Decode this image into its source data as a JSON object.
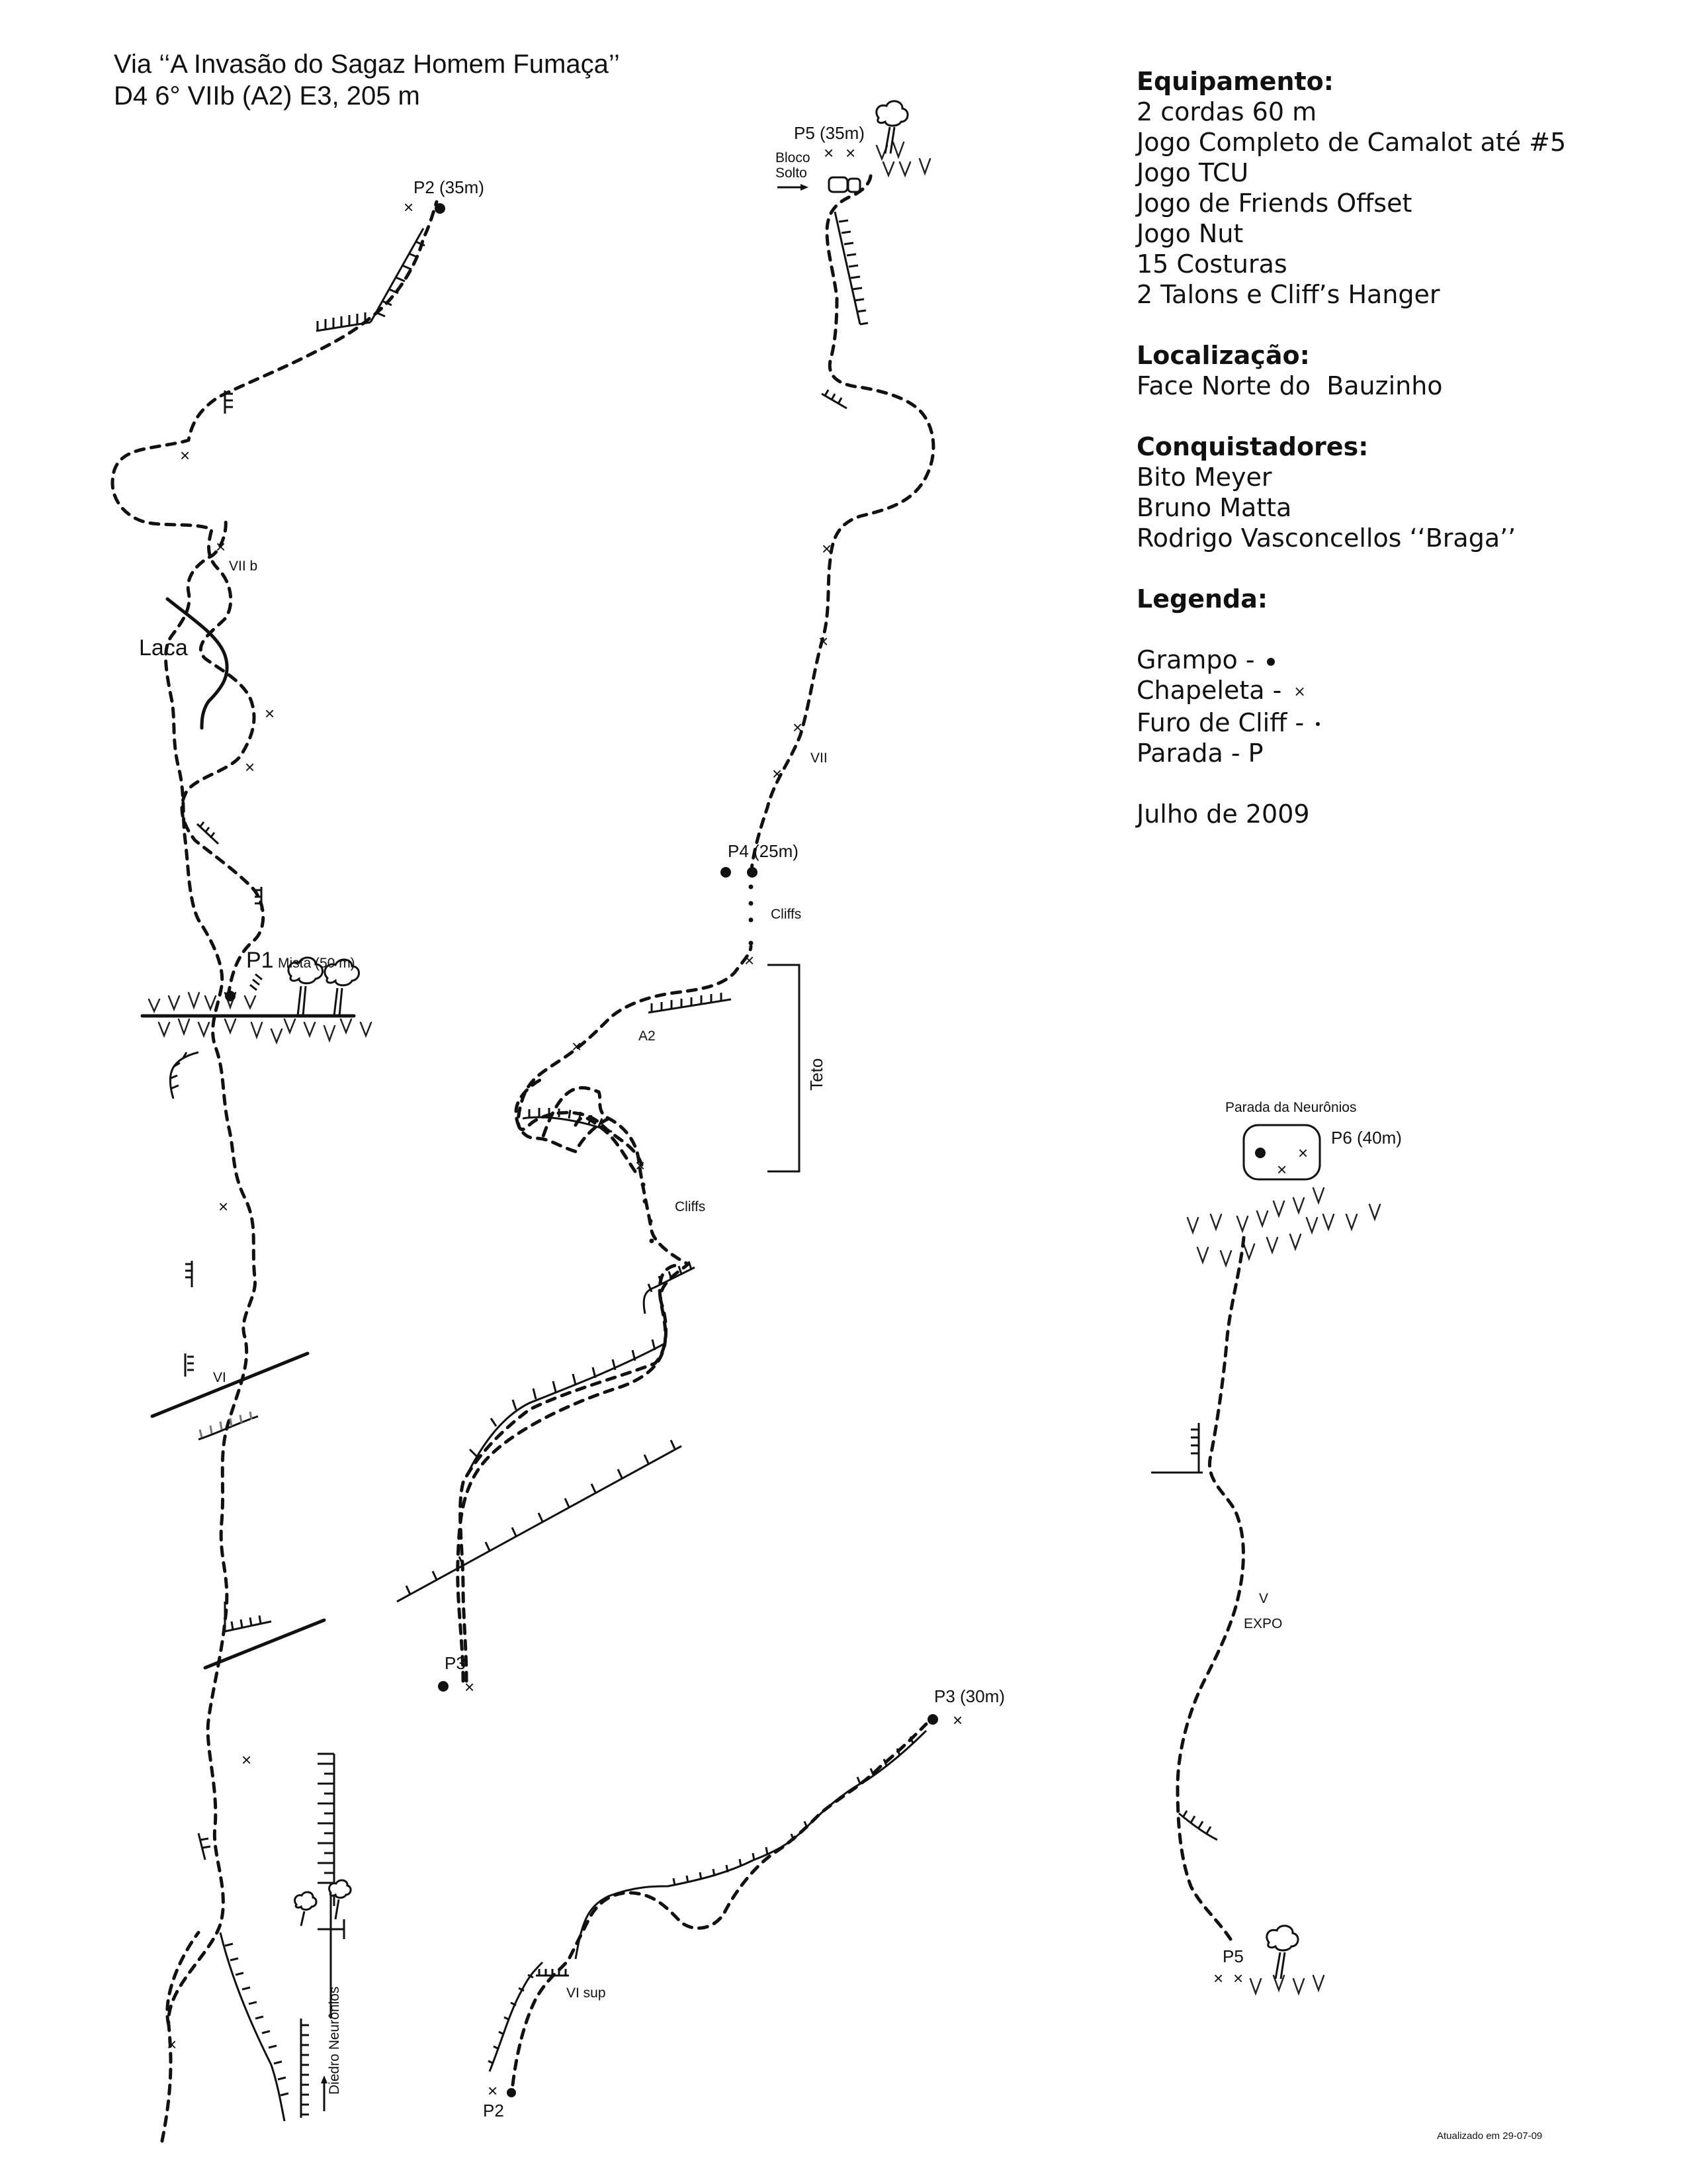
{
  "title": {
    "line1": "Via ‘‘A Invasão do Sagaz Homem Fumaça’’",
    "line2": "D4 6° VIIb (A2) E3, 205 m"
  },
  "equipamento": {
    "heading": "Equipamento:",
    "items": [
      "2 cordas 60 m",
      "Jogo Completo de Camalot até #5",
      "Jogo TCU",
      "Jogo de Friends Offset",
      "Jogo Nut",
      "15 Costuras",
      "2 Talons e Cliff’s Hanger"
    ]
  },
  "localizacao": {
    "heading": "Localização:",
    "text": "Face Norte do  Bauzinho"
  },
  "conquistadores": {
    "heading": "Conquistadores:",
    "names": [
      "Bito Meyer",
      "Bruno Matta",
      "Rodrigo Vasconcellos ‘‘Braga’’"
    ]
  },
  "legenda": {
    "heading": "Legenda:",
    "grampo": "Grampo - ",
    "chapeleta": "Chapeleta - ",
    "chapeleta_symbol": "×",
    "furo": "Furo de Cliff - ",
    "parada": "Parada - P"
  },
  "date": "Julho de 2009",
  "updated": "Atualizado em 29-07-09",
  "topo_labels": {
    "p2_top": "P2 (35m)",
    "p1": "P1",
    "p1_mista": "Mista (50 m)",
    "viib": "VII b",
    "laca": "Laca",
    "vi": "VI",
    "diedro": "Diedro Neurônios",
    "p5_top": "P5 (35m)",
    "bloco": "Bloco",
    "solto": "Solto",
    "vii": "VII",
    "p4": "P4 (25m)",
    "cliffs_1": "Cliffs",
    "a2": "A2",
    "teto": "Teto",
    "cliffs_2": "Cliffs",
    "p3_left": "P3",
    "p3_right": "P3 (30m)",
    "p2_bottom": "P2",
    "vi_sup": "VI sup",
    "parada_neuronios": "Parada da Neurônios",
    "p6": "P6 (40m)",
    "v": "V",
    "expo": "EXPO",
    "p5_bottom": "P5"
  }
}
